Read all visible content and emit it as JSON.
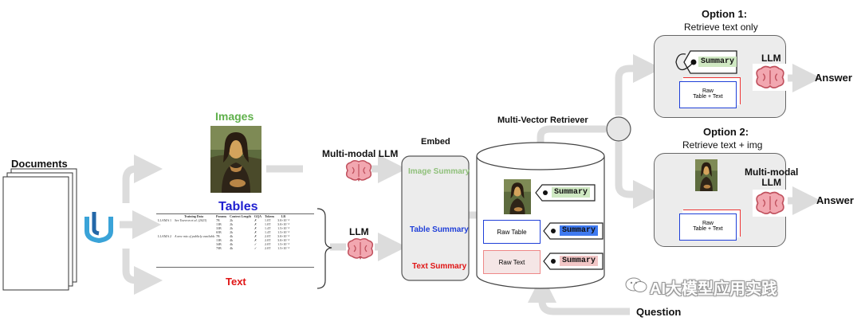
{
  "documents_label": "Documents",
  "images_label": "Images",
  "tables_label": "Tables",
  "text_label": "Text",
  "mm_llm_label": "Multi-modal LLM",
  "llm_label": "LLM",
  "embed_label": "Embed",
  "embed_items": {
    "image_summary": "Image Summary",
    "table_summary": "Table Summary",
    "text_summary": "Text Summary"
  },
  "retriever_label": "Multi-Vector Retriever",
  "tag_summary": "Summary",
  "raw_table": "Raw Table",
  "raw_text": "Raw Text",
  "question_label": "Question",
  "option1": {
    "title": "Option 1:",
    "subtitle": "Retrieve text only",
    "llm": "LLM",
    "raw_line1": "Raw",
    "raw_line2": "Table + Text",
    "answer": "Answer"
  },
  "option2": {
    "title": "Option 2:",
    "subtitle": "Retrieve text + img",
    "llm_line1": "Multi-modal",
    "llm_line2": "LLM",
    "raw_line1": "Raw",
    "raw_line2": "Table + Text",
    "answer": "Answer"
  },
  "mini_table": {
    "headers": [
      "",
      "Training Data",
      "Params",
      "Context Length",
      "GQA",
      "Tokens",
      "LR"
    ],
    "rows": [
      [
        "LLAMA 1",
        "See Touvron et al. (2023)",
        "7B",
        "2k",
        "✗",
        "1.0T",
        "3.0×10⁻⁴"
      ],
      [
        "",
        "",
        "13B",
        "2k",
        "✗",
        "1.0T",
        "3.0×10⁻⁴"
      ],
      [
        "",
        "",
        "33B",
        "2k",
        "✗",
        "1.4T",
        "1.5×10⁻⁴"
      ],
      [
        "",
        "",
        "65B",
        "2k",
        "✗",
        "1.4T",
        "1.5×10⁻⁴"
      ],
      [
        "LLAMA 2",
        "A new mix of publicly available online data",
        "7B",
        "4k",
        "✗",
        "2.0T",
        "3.0×10⁻⁴"
      ],
      [
        "",
        "",
        "13B",
        "4k",
        "✗",
        "2.0T",
        "3.0×10⁻⁴"
      ],
      [
        "",
        "",
        "34B",
        "4k",
        "✓",
        "2.0T",
        "1.5×10⁻⁴"
      ],
      [
        "",
        "",
        "70B",
        "4k",
        "✓",
        "2.0T",
        "1.5×10⁻⁴"
      ]
    ]
  },
  "watermark": "AI大模型应用实践",
  "colors": {
    "images": "#5fb04b",
    "tables": "#1f1fd0",
    "text": "#e01515",
    "image_summary": "#8fc07a",
    "table_summary": "#1f3fd8",
    "text_summary": "#e01515",
    "arrow": "#dddddd"
  }
}
